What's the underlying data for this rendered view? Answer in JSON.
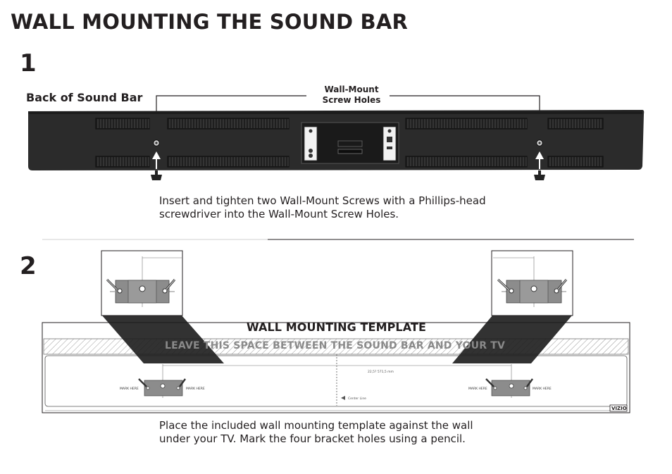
{
  "page": {
    "title": "WALL MOUNTING THE SOUND BAR"
  },
  "step1": {
    "number": "1",
    "back_label": "Back of Sound Bar",
    "screw_holes_label_line1": "Wall-Mount",
    "screw_holes_label_line2": "Screw Holes",
    "instruction_line1": "Insert and tighten two Wall-Mount Screws with a Phillips-head",
    "instruction_line2": "screwdriver into the Wall-Mount Screw Holes."
  },
  "step2": {
    "number": "2",
    "template_title": "WALL MOUNTING TEMPLATE",
    "leave_space_text": "LEAVE THIS SPACE BETWEEN THE SOUND BAR AND YOUR TV",
    "mark_here": "MARK HERE",
    "dimension_text": "22,5? 571,5 mm",
    "center_line": "Center Line",
    "brand": "VIZIO",
    "instruction_line1": "Place the included wall mounting template against the wall",
    "instruction_line2": "under your TV. Mark the four bracket holes using a pencil."
  },
  "colors": {
    "text": "#231f20",
    "soundbar": "#2b2b2b",
    "bracket": "#8c8c8c",
    "hatch": "#9a9a9a"
  }
}
